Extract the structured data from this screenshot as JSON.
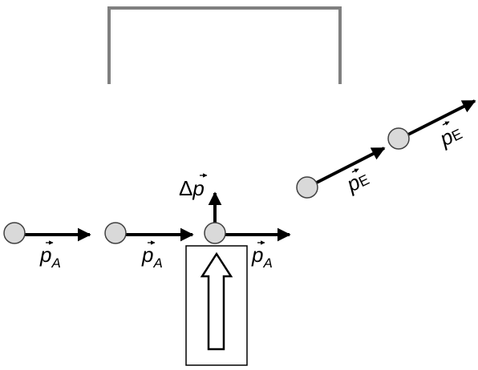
{
  "colors": {
    "background": "#ffffff",
    "ink": "#000000",
    "goal_frame": "#808080",
    "ball_fill": "#d9d9d9",
    "ball_stroke": "#404040"
  },
  "labels": {
    "momentum_symbol": "p",
    "subscript_before": "A",
    "subscript_after": "E",
    "delta_prefix": "Δ",
    "delta_symbol": "p"
  },
  "icons": {
    "vector_arrow": "right-arrow-icon",
    "push_arrow": "hollow-up-arrow-icon"
  }
}
